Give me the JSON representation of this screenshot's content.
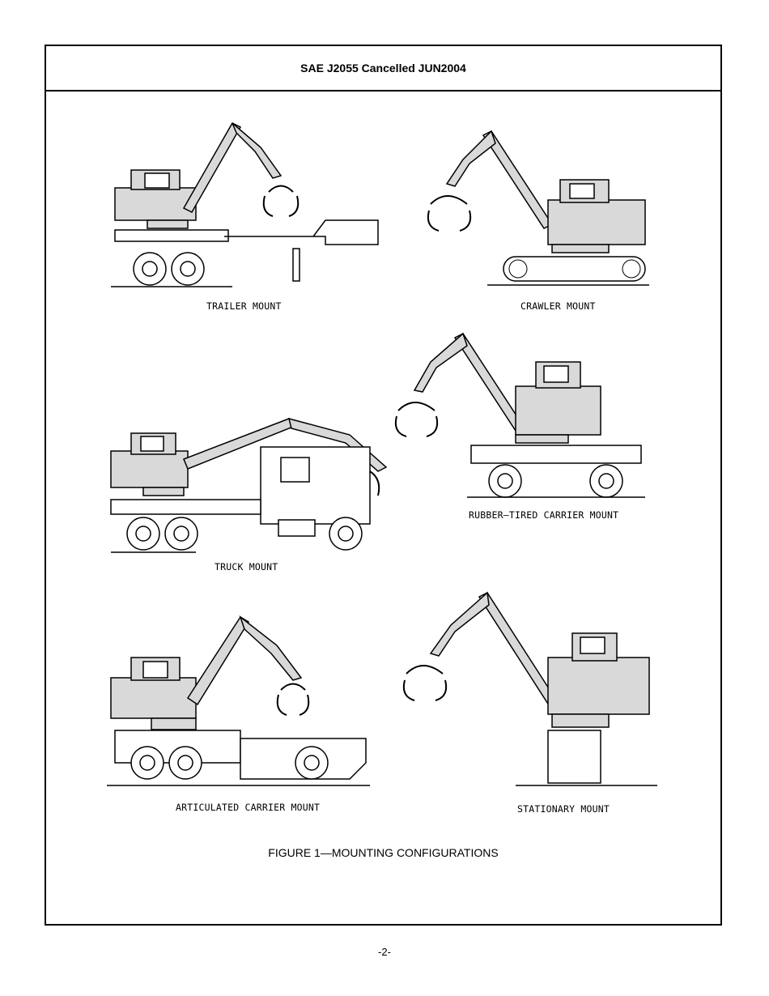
{
  "header": {
    "title": "SAE J2055 Cancelled JUN2004"
  },
  "figures": {
    "trailer": "TRAILER MOUNT",
    "crawler": "CRAWLER MOUNT",
    "truck": "TRUCK MOUNT",
    "rubber": "RUBBER–TIRED CARRIER MOUNT",
    "articulated": "ARTICULATED CARRIER MOUNT",
    "stationary": "STATIONARY MOUNT"
  },
  "figure_caption": "FIGURE 1—MOUNTING CONFIGURATIONS",
  "page_number": "-2-"
}
